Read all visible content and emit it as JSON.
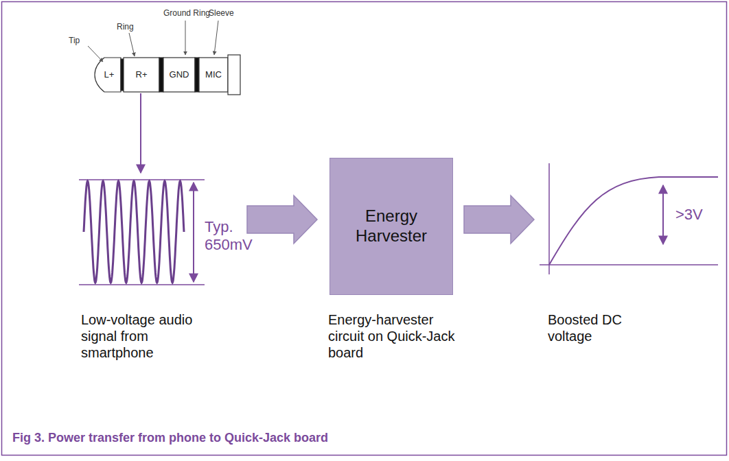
{
  "diagram": {
    "caption": "Fig 3. Power transfer from phone to Quick-Jack board",
    "nodes": [
      {
        "text": [
          "Energy Harvester"
        ]
      }
    ],
    "labels": [
      "Tip",
      "Ring",
      "Ground Ring",
      "Sleeve",
      "L+",
      "R+",
      "GND",
      "MIC",
      "Typ. 650mV",
      "Low-voltage audio signal from smartphone",
      "Energy-harvester circuit on Quick-Jack board",
      "Boosted DC voltage",
      ">3V"
    ]
  }
}
